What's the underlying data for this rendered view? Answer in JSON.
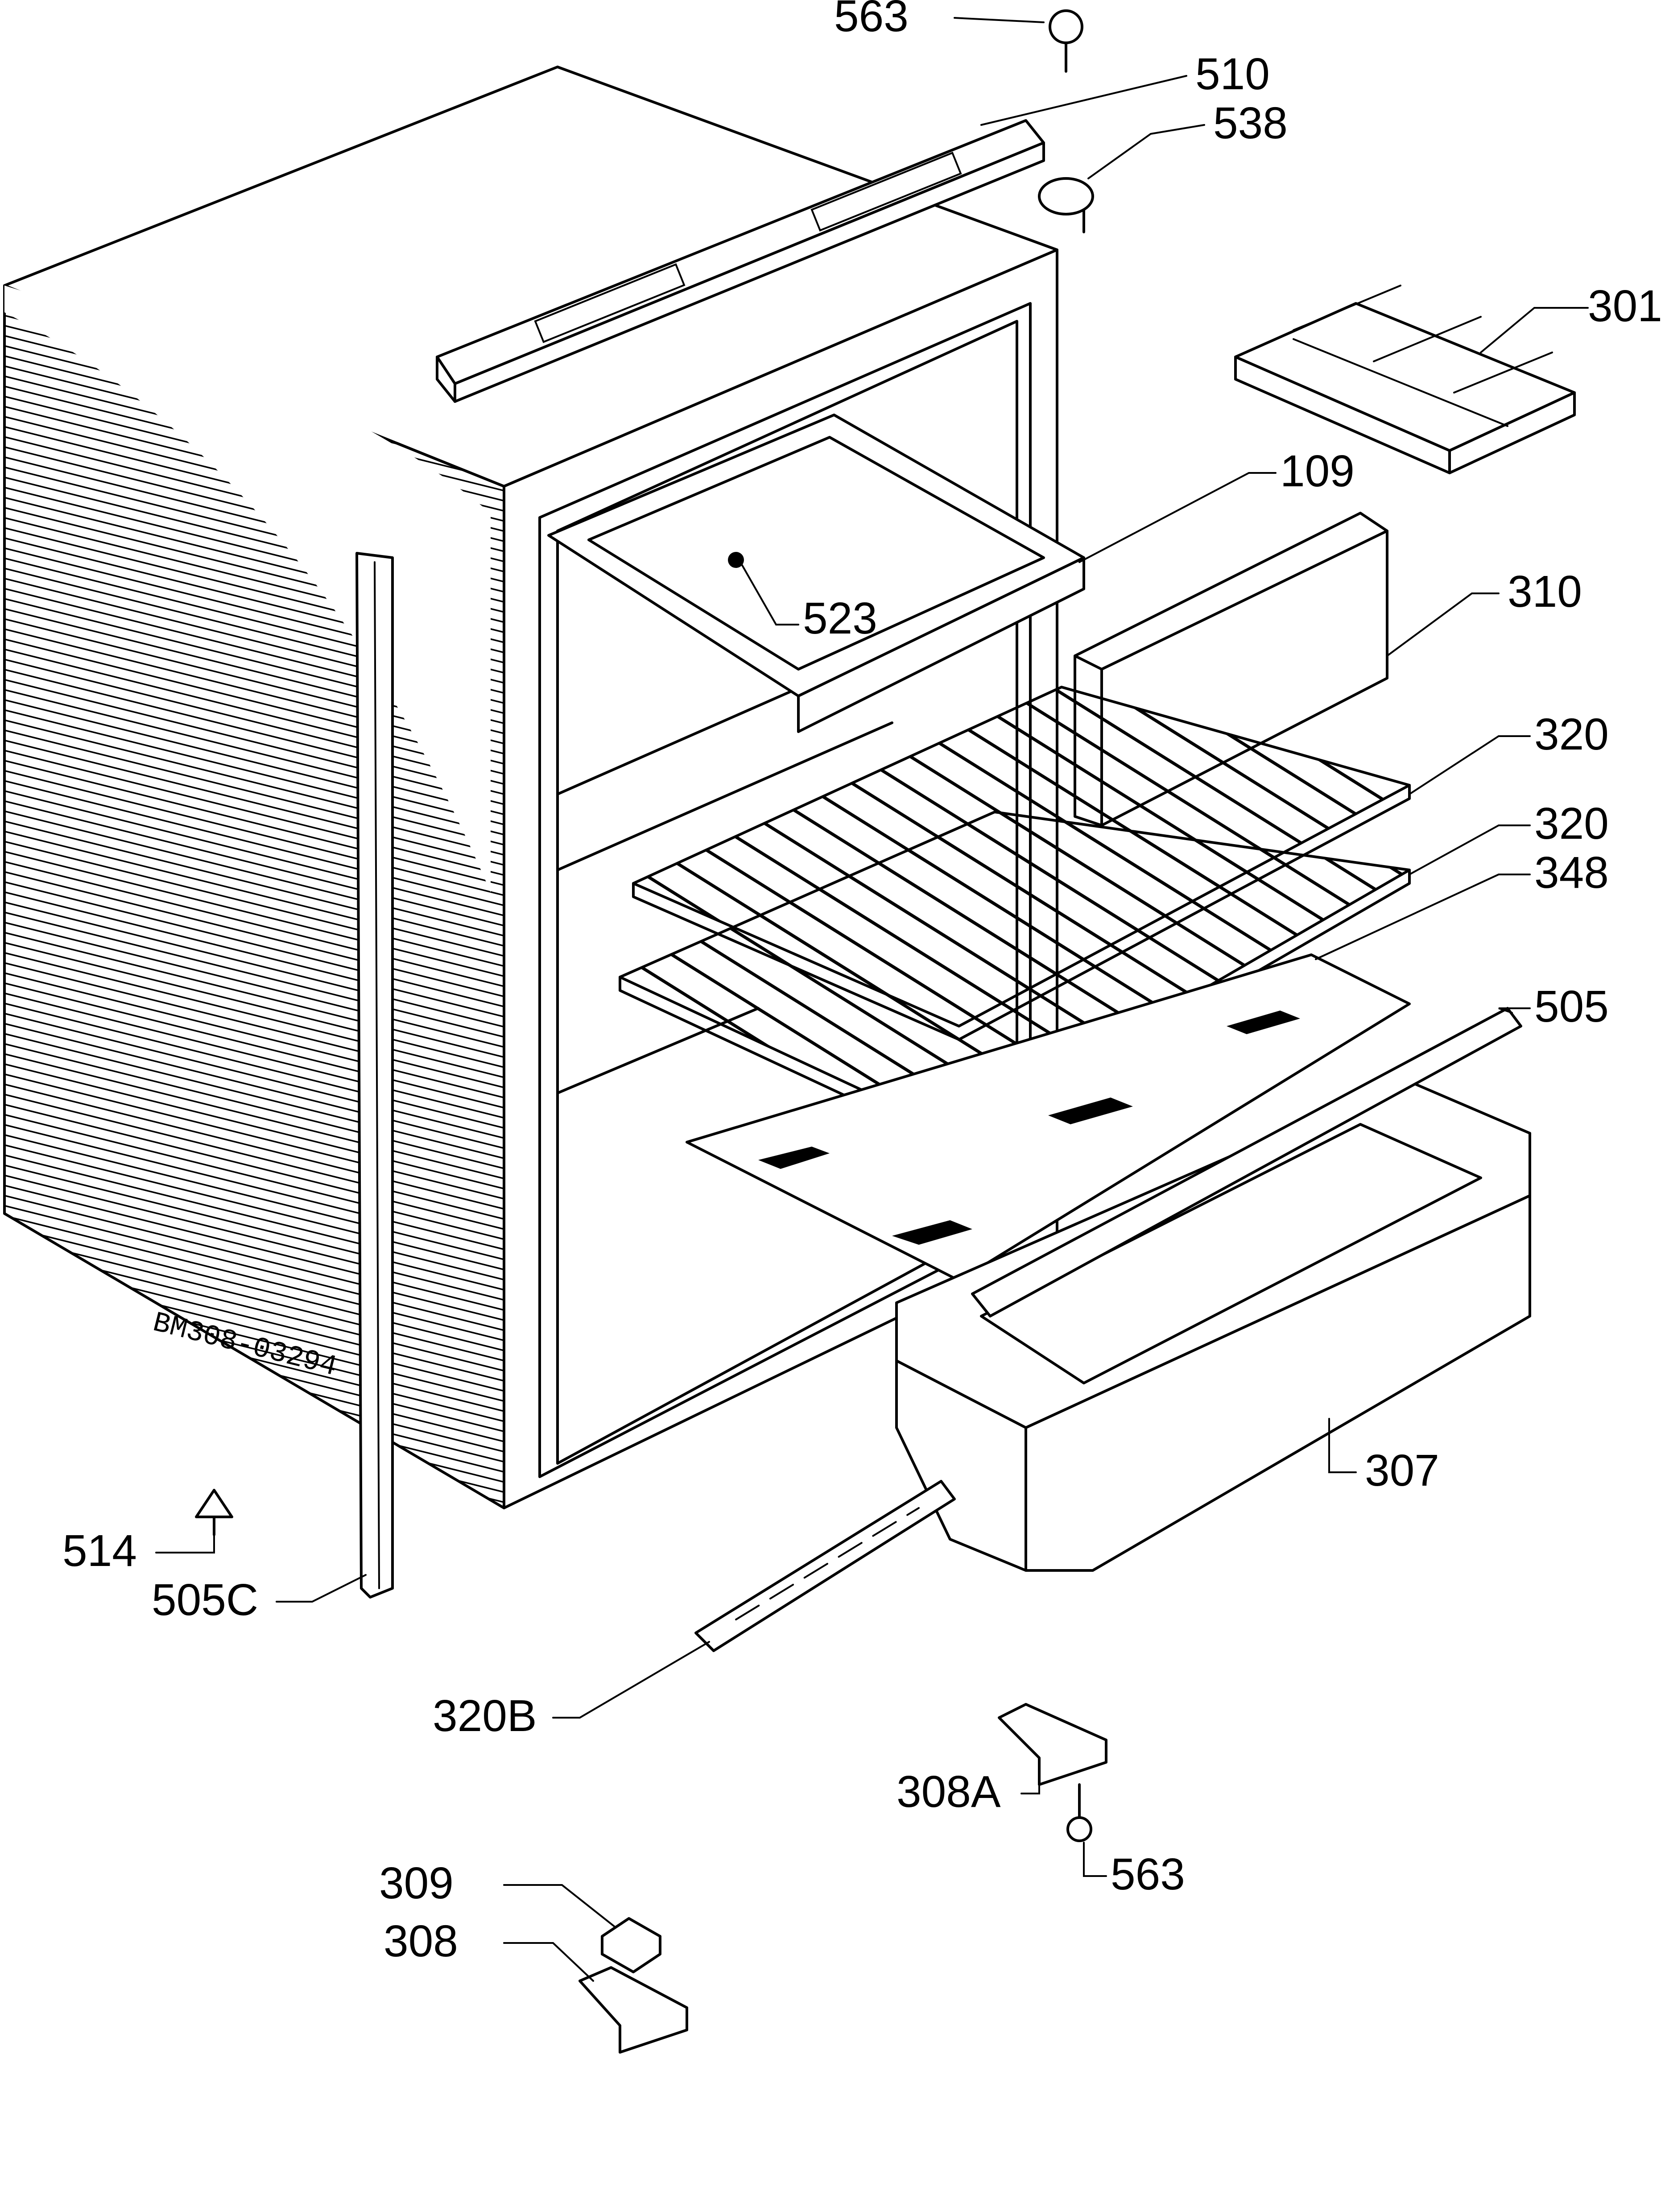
{
  "drawing_code": "BM308-03294",
  "callouts": [
    {
      "id": "c563a",
      "text": "563"
    },
    {
      "id": "c510",
      "text": "510"
    },
    {
      "id": "c538",
      "text": "538"
    },
    {
      "id": "c301",
      "text": "301"
    },
    {
      "id": "c109",
      "text": "109"
    },
    {
      "id": "c523",
      "text": "523"
    },
    {
      "id": "c310",
      "text": "310"
    },
    {
      "id": "c320a",
      "text": "320"
    },
    {
      "id": "c320b",
      "text": "320"
    },
    {
      "id": "c348",
      "text": "348"
    },
    {
      "id": "c505",
      "text": "505"
    },
    {
      "id": "c307",
      "text": "307"
    },
    {
      "id": "c514",
      "text": "514"
    },
    {
      "id": "c505c",
      "text": "505C"
    },
    {
      "id": "c320B",
      "text": "320B"
    },
    {
      "id": "c308A",
      "text": "308A"
    },
    {
      "id": "c563b",
      "text": "563"
    },
    {
      "id": "c309",
      "text": "309"
    },
    {
      "id": "c308",
      "text": "308"
    }
  ]
}
